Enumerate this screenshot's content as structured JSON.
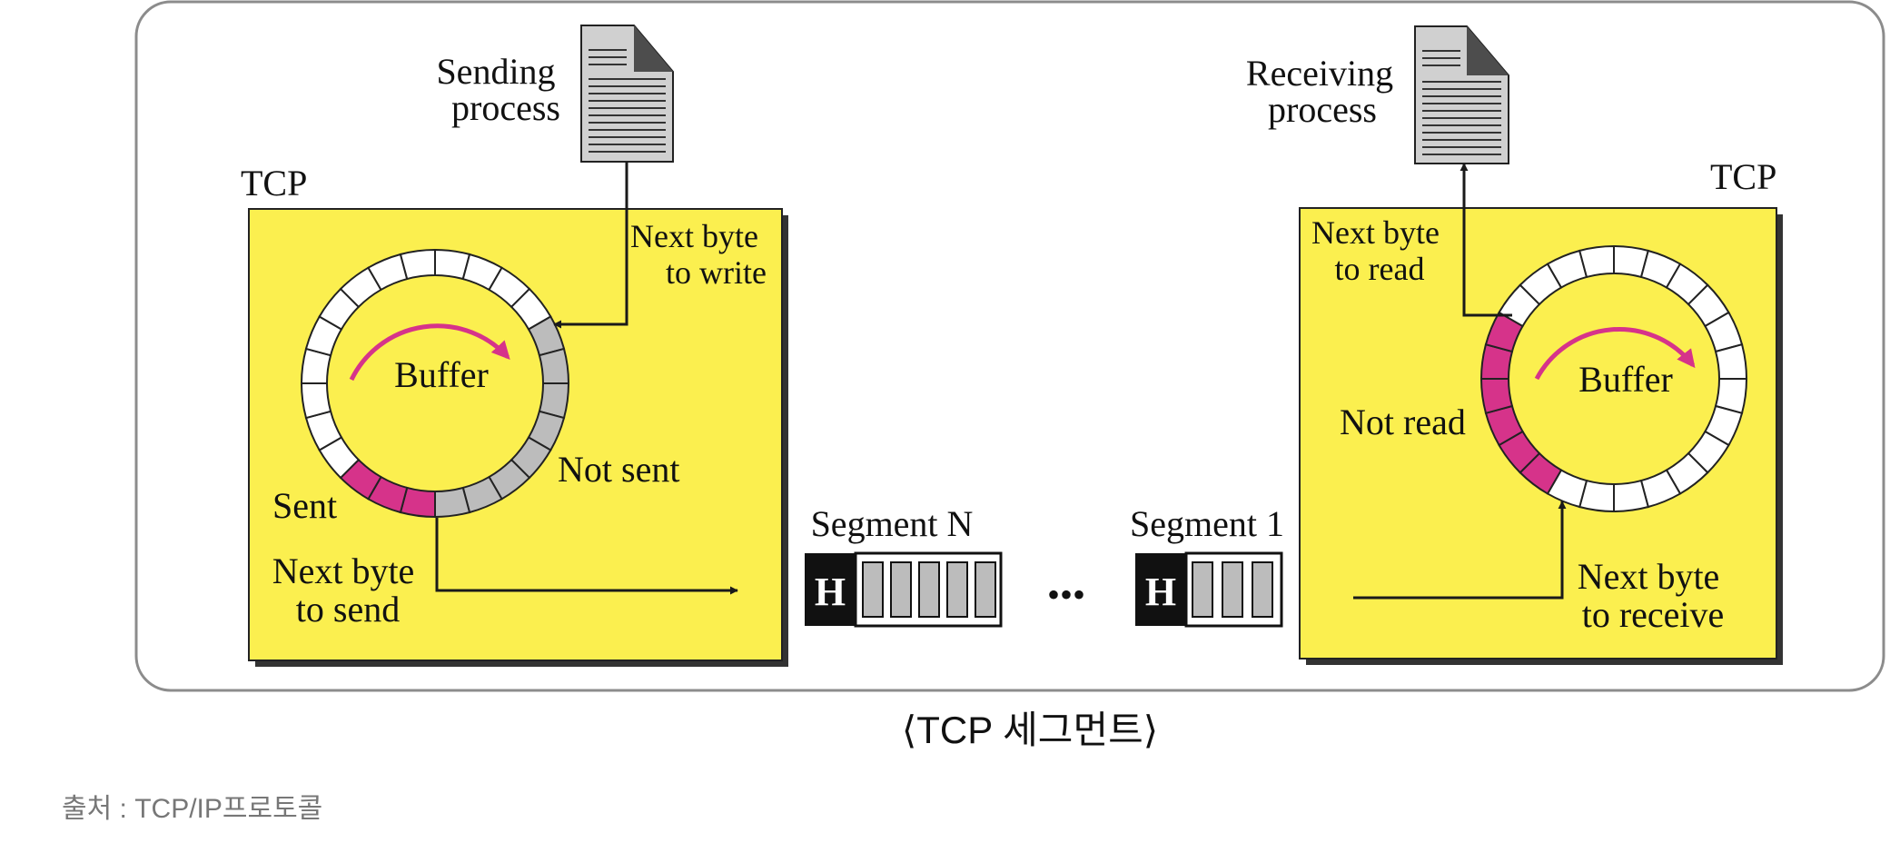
{
  "sender": {
    "process_label": [
      "Sending",
      "process"
    ],
    "tcp_label": "TCP",
    "buffer_label": "Buffer",
    "next_write_label": [
      "Next byte",
      "to write"
    ],
    "not_sent_label": "Not sent",
    "sent_label": "Sent",
    "next_send_label": [
      "Next byte",
      "to send"
    ]
  },
  "receiver": {
    "process_label": [
      "Receiving",
      "process"
    ],
    "tcp_label": "TCP",
    "buffer_label": "Buffer",
    "next_read_label": [
      "Next byte",
      "to read"
    ],
    "not_read_label": "Not read",
    "next_receive_label": [
      "Next byte",
      "to receive"
    ]
  },
  "segments": {
    "segment_n_label": "Segment N",
    "segment_1_label": "Segment 1",
    "header_letter": "H",
    "ellipsis": "•••"
  },
  "caption": "⟨TCP 세그먼트⟩",
  "source": "출처 : TCP/IP프로토콜",
  "colors": {
    "tcp_box": "#fbef4f",
    "sent_slot": "#d6338a",
    "notsent_slot": "#bcbcbc",
    "empty_slot": "#ffffff",
    "arrow_curve": "#d6338a",
    "frame_border": "#8c8c8c",
    "doc_fill": "#d0d0d0"
  }
}
